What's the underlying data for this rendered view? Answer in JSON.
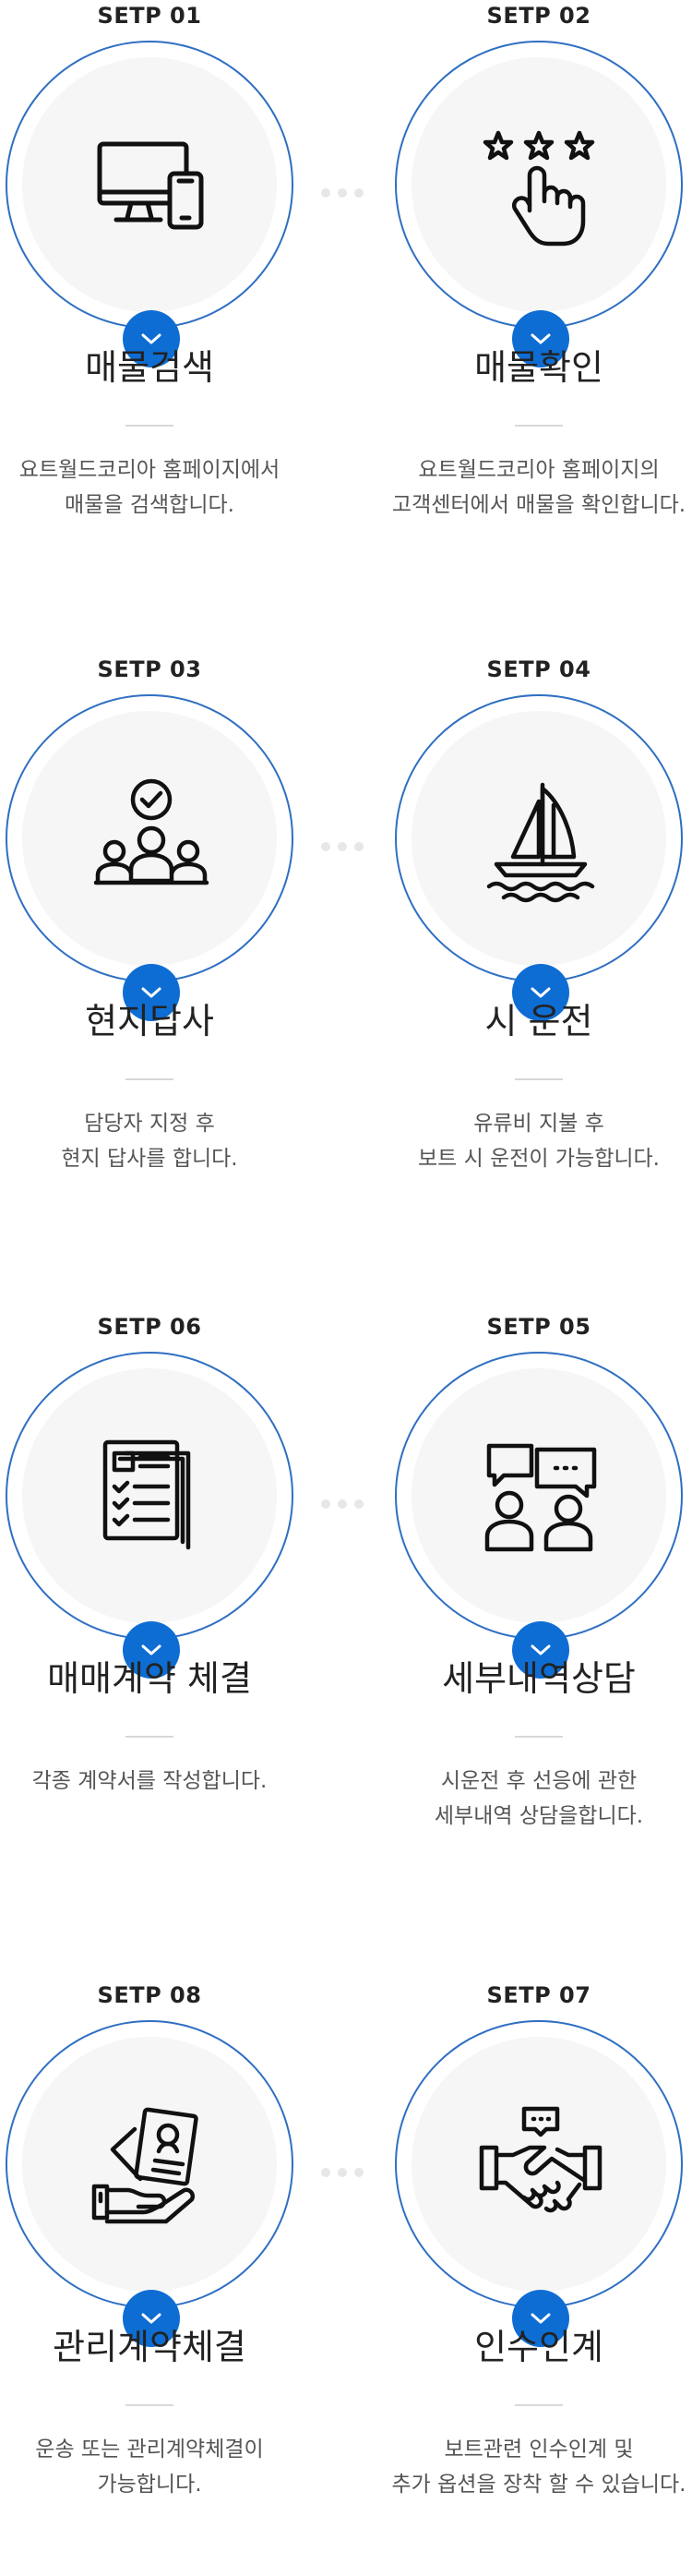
{
  "colors": {
    "accent": "#0e6dd3",
    "ring": "#2f6fc2",
    "inner": "#f6f6f6"
  },
  "steps": [
    {
      "label": "SETP 01",
      "title": "매물검색",
      "desc": [
        "요트월드코리아 홈페이지에서",
        "매물을 검색합니다."
      ],
      "icon": "devices-icon"
    },
    {
      "label": "SETP 02",
      "title": "매물확인",
      "desc": [
        "요트월드코리아 홈페이지의",
        "고객센터에서 매물을 확인합니다."
      ],
      "icon": "rating-hand-icon"
    },
    {
      "label": "SETP 03",
      "title": "현지답사",
      "desc": [
        "담당자 지정 후",
        "현지 답사를 합니다."
      ],
      "icon": "team-check-icon"
    },
    {
      "label": "SETP 04",
      "title": "시 운전",
      "desc": [
        "유류비 지불 후",
        "보트 시 운전이 가능합니다."
      ],
      "icon": "sailboat-icon"
    },
    {
      "label": "SETP 06",
      "title": "매매계약 체결",
      "desc": [
        "각종 계약서를 작성합니다."
      ],
      "icon": "document-checklist-icon"
    },
    {
      "label": "SETP 05",
      "title": "세부내역상담",
      "desc": [
        "시운전 후 선응에 관한",
        "세부내역 상담을합니다."
      ],
      "icon": "consultation-icon"
    },
    {
      "label": "SETP 08",
      "title": "관리계약체결",
      "desc": [
        "운송 또는 관리계약체결이",
        "가능합니다."
      ],
      "icon": "id-card-hand-icon"
    },
    {
      "label": "SETP 07",
      "title": "인수인계",
      "desc": [
        "보트관련 인수인계 및",
        "추가 옵션을 장착 할 수 있습니다."
      ],
      "icon": "handshake-icon"
    }
  ]
}
